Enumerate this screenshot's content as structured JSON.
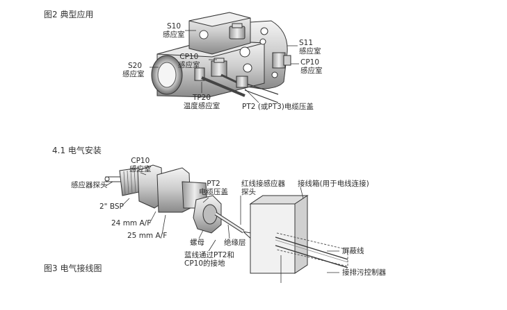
{
  "fig2": {
    "title": "图2 典型应用",
    "s10": {
      "line1": "S10",
      "line2": "感应室"
    },
    "s11": {
      "line1": "S11",
      "line2": "感应室"
    },
    "cp10_top": {
      "line1": "CP10",
      "line2": "感应室"
    },
    "cp10_right": {
      "line1": "CP10",
      "line2": "感应室"
    },
    "s20": {
      "line1": "S20",
      "line2": "感应室"
    },
    "tp20": {
      "line1": "TP20",
      "line2": "温度感应室"
    },
    "pt2": "PT2 (或PT3)电缆压盖"
  },
  "section": "4.1 电气安装",
  "fig3": {
    "title": "图3 电气接线图",
    "cp10": {
      "line1": "CP10",
      "line2": "感应室"
    },
    "probe": "感应器探头",
    "bsp": "2\" BSP",
    "af24": "24 mm A/F",
    "af25": "25 mm A/F",
    "pt2_gland": {
      "line1": "PT2",
      "line2": "电缆压盖"
    },
    "red_wire": {
      "line1": "红线接感应器",
      "line2": "探头"
    },
    "junction_box": "接线箱(用于电线连接)",
    "nut": "螺母",
    "insulation": "绝缘层",
    "blue_wire": {
      "line1": "蓝线通过PT2和",
      "line2": "CP10的接地"
    },
    "shield": "屏蔽线",
    "controller": "接排污控制器"
  }
}
